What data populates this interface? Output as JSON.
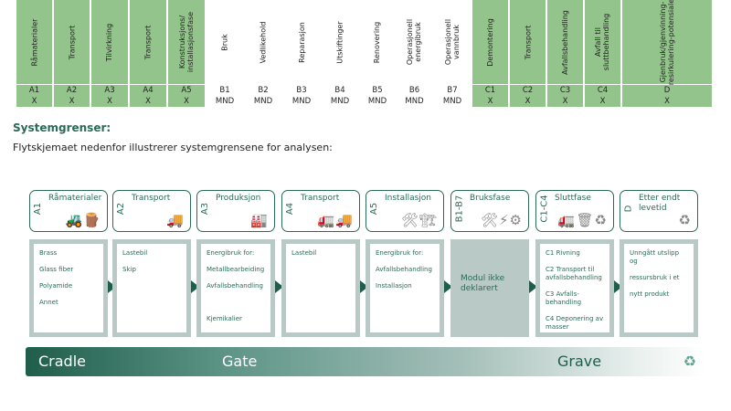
{
  "table": {
    "columns": [
      {
        "header": "Råmaterialer",
        "code": "A1",
        "value": "X",
        "declared": true
      },
      {
        "header": "Transport",
        "code": "A2",
        "value": "X",
        "declared": true
      },
      {
        "header": "Tilvirkning",
        "code": "A3",
        "value": "X",
        "declared": true
      },
      {
        "header": "Transport",
        "code": "A4",
        "value": "X",
        "declared": true
      },
      {
        "header": "Konstruksjons/\ninstallasjonsfase",
        "code": "A5",
        "value": "X",
        "declared": true
      },
      {
        "header": "Bruk",
        "code": "B1",
        "value": "MND",
        "declared": false
      },
      {
        "header": "Vedlikehold",
        "code": "B2",
        "value": "MND",
        "declared": false
      },
      {
        "header": "Reparasjon",
        "code": "B3",
        "value": "MND",
        "declared": false
      },
      {
        "header": "Utskiftinger",
        "code": "B4",
        "value": "MND",
        "declared": false
      },
      {
        "header": "Renovering",
        "code": "B5",
        "value": "MND",
        "declared": false
      },
      {
        "header": "Operasjonell\nenergibruk",
        "code": "B6",
        "value": "MND",
        "declared": false
      },
      {
        "header": "Operasjonell\nvannbruk",
        "code": "B7",
        "value": "MND",
        "declared": false
      },
      {
        "header": "Demontering",
        "code": "C1",
        "value": "X",
        "declared": true
      },
      {
        "header": "Transport",
        "code": "C2",
        "value": "X",
        "declared": true
      },
      {
        "header": "Avfallsbehandling",
        "code": "C3",
        "value": "X",
        "declared": true
      },
      {
        "header": "Avfall til\nsluttbehandling",
        "code": "C4",
        "value": "X",
        "declared": true
      },
      {
        "header": "Gjenbruk/gjenvinning-\nresirkulering-potensiale",
        "code": "D",
        "value": "X",
        "declared": true
      }
    ]
  },
  "section_title": "Systemgrenser:",
  "intro": "Flytskjemaet nedenfor illustrerer systemgrensene for analysen:",
  "stages": [
    {
      "code": "A1",
      "title": "Råmaterialer",
      "icon": "raw-materials-icon",
      "glyph": "🚜🪵",
      "items": [
        "Brass",
        "Glass fiber",
        "Polyamide",
        "Annet"
      ]
    },
    {
      "code": "A2",
      "title": "Transport",
      "icon": "truck-icon",
      "glyph": "🚚",
      "items": [
        "Lastebil",
        "Skip"
      ]
    },
    {
      "code": "A3",
      "title": "Produksjon",
      "icon": "factory-icon",
      "glyph": "🏭",
      "items": [
        "Energibruk for:",
        "Metallbearbeiding",
        "Avfallsbehandling",
        "",
        "Kjemikalier"
      ]
    },
    {
      "code": "A4",
      "title": "Transport",
      "icon": "trucks-icon",
      "glyph": "🚛🚚",
      "items": [
        "Lastebil"
      ]
    },
    {
      "code": "A5",
      "title": "Installasjon",
      "icon": "tools-crane-icon",
      "glyph": "🛠🏗",
      "items": [
        "Energibruk for:",
        "Avfallsbehandling",
        "Installasjon"
      ]
    },
    {
      "code": "B1-B7",
      "title": "Bruksfase",
      "icon": "tools-gear-icon",
      "glyph": "🛠⚡⚙",
      "items": [
        "Modul ikke deklarert"
      ],
      "not_declared": true
    },
    {
      "code": "C1-C4",
      "title": "Sluttfase",
      "icon": "dump-truck-bins-icon",
      "glyph": "🚛🗑♻",
      "items": [
        "C1 Rivning",
        "C2 Transport til avfallsbehandling",
        "C3 Avfalls-behandling",
        "C4 Deponering av masser"
      ]
    },
    {
      "code": "D",
      "title": "Etter endt levetid",
      "icon": "recycle-icon",
      "glyph": "♻",
      "items": [
        "Unngått utslipp og",
        "ressursbruk i et",
        "nytt produkt"
      ]
    }
  ],
  "bar": {
    "labels": [
      "Cradle",
      "Gate",
      "Grave"
    ],
    "icon": "recycle-arrows-icon"
  },
  "colors": {
    "green": "#93c48b",
    "dark_green": "#1f5e4b",
    "gray": "#b9cac6"
  }
}
